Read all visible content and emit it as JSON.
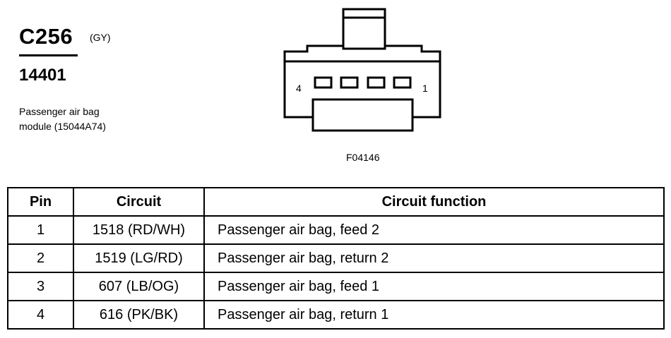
{
  "connector": {
    "id": "C256",
    "color": "(GY)",
    "part_number": "14401",
    "description_lines": [
      "Passenger air bag",
      "module (15044A74)"
    ]
  },
  "diagram": {
    "pin_left_label": "4",
    "pin_right_label": "1",
    "figure_code": "F04146"
  },
  "table": {
    "headers": [
      "Pin",
      "Circuit",
      "Circuit function"
    ],
    "rows": [
      {
        "pin": "1",
        "circuit": "1518 (RD/WH)",
        "function": "Passenger air bag, feed 2"
      },
      {
        "pin": "2",
        "circuit": "1519 (LG/RD)",
        "function": "Passenger air bag, return 2"
      },
      {
        "pin": "3",
        "circuit": "607 (LB/OG)",
        "function": "Passenger air bag, feed 1"
      },
      {
        "pin": "4",
        "circuit": "616 (PK/BK)",
        "function": "Passenger air bag, return 1"
      }
    ]
  }
}
